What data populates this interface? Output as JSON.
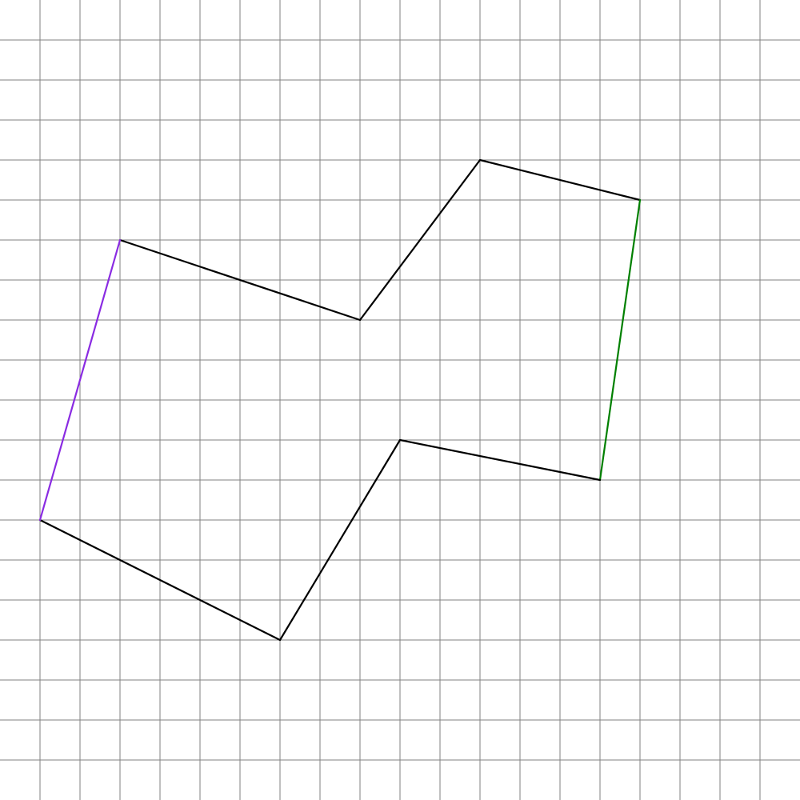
{
  "grid": {
    "step": 1,
    "extent": [
      0,
      20
    ],
    "color": "#808080"
  },
  "polygon": {
    "vertices": [
      [
        3,
        6
      ],
      [
        9,
        8
      ],
      [
        12,
        4
      ],
      [
        16,
        5
      ],
      [
        15,
        12
      ],
      [
        10,
        11
      ],
      [
        7,
        16
      ],
      [
        1,
        13
      ]
    ],
    "default_color": "#000000",
    "highlighted_edges": [
      {
        "from": 3,
        "to": 4,
        "color": "#008000"
      },
      {
        "from": 7,
        "to": 0,
        "color": "#8a2be2"
      }
    ]
  }
}
